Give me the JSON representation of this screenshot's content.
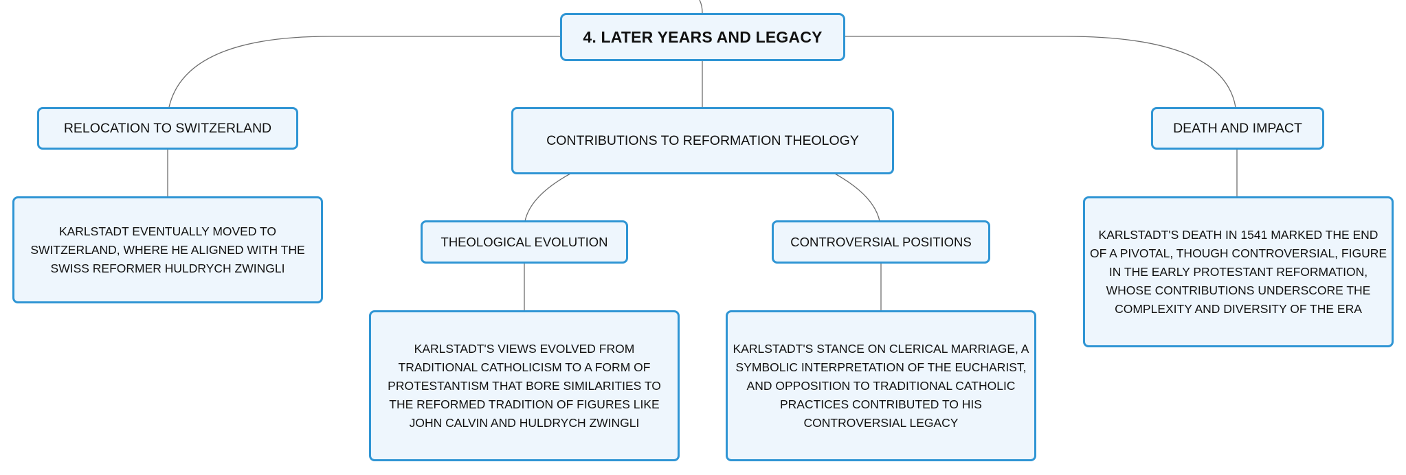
{
  "diagram": {
    "root": {
      "label": "4. LATER YEARS AND LEGACY"
    },
    "topics": [
      {
        "label": "RELOCATION TO SWITZERLAND",
        "detail": "KARLSTADT EVENTUALLY MOVED TO SWITZERLAND, WHERE HE ALIGNED WITH THE SWISS REFORMER HULDRYCH ZWINGLI"
      },
      {
        "label": "CONTRIBUTIONS TO REFORMATION THEOLOGY",
        "subtopics": [
          {
            "label": "THEOLOGICAL EVOLUTION",
            "detail": "KARLSTADT'S VIEWS EVOLVED FROM TRADITIONAL CATHOLICISM TO A FORM OF PROTESTANTISM THAT BORE SIMILARITIES TO THE REFORMED TRADITION OF FIGURES LIKE JOHN CALVIN AND HULDRYCH ZWINGLI"
          },
          {
            "label": "CONTROVERSIAL POSITIONS",
            "detail": "KARLSTADT'S STANCE ON CLERICAL MARRIAGE, A SYMBOLIC INTERPRETATION OF THE EUCHARIST, AND OPPOSITION TO TRADITIONAL CATHOLIC PRACTICES CONTRIBUTED TO HIS CONTROVERSIAL LEGACY"
          }
        ]
      },
      {
        "label": "DEATH AND IMPACT",
        "detail": "KARLSTADT'S DEATH IN 1541 MARKED THE END OF A PIVOTAL, THOUGH CONTROVERSIAL, FIGURE IN THE EARLY PROTESTANT REFORMATION, WHOSE CONTRIBUTIONS UNDERSCORE THE COMPLEXITY AND DIVERSITY OF THE ERA"
      }
    ]
  },
  "colors": {
    "node_border": "#2f95d4",
    "node_fill": "#eef6fd",
    "connector": "#6e6e6e"
  }
}
